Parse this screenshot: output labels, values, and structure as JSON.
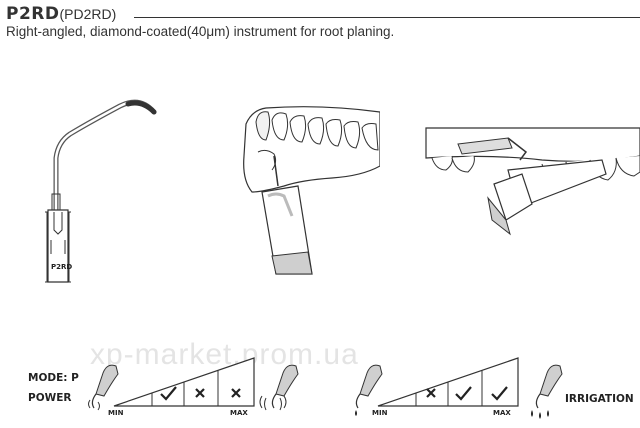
{
  "header": {
    "code": "P2RD",
    "alt_code": "(PD2RD)",
    "description": "Right-angled, diamond-coated(40μm) instrument for root planing."
  },
  "tip_marking": "P2RD",
  "legend": {
    "mode_label": "MODE: P",
    "power_label": "POWER",
    "irrigation_label": "IRRIGATION",
    "power_scale": {
      "min": "MIN",
      "max": "MAX",
      "cells": [
        "check",
        "cross",
        "cross"
      ]
    },
    "irrigation_scale": {
      "min": "MIN",
      "max": "MAX",
      "cells": [
        "cross",
        "check",
        "check"
      ]
    }
  },
  "watermark": "xp-market.prom.ua"
}
